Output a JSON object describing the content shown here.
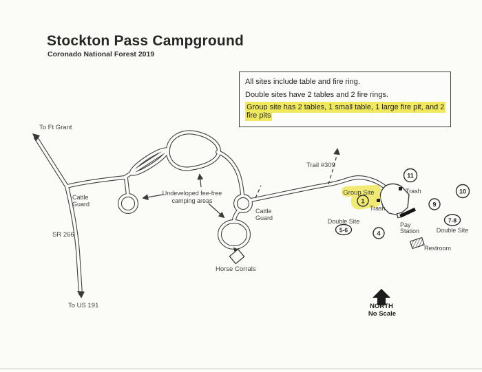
{
  "colors": {
    "paper": "#fbfbf8",
    "ink": "#3a3a3a",
    "highlight": "#efe85c"
  },
  "header": {
    "title": "Stockton Pass Campground",
    "subtitle": "Coronado National Forest 2019"
  },
  "info_box": {
    "line1": "All sites include table and fire ring.",
    "line2": "Double sites have 2 tables and 2 fire rings.",
    "line3_highlighted": "Group site has 2 tables, 1 small table, 1 large fire pit, and 2 fire pits"
  },
  "map": {
    "to_ft_grant": "To Ft Grant",
    "to_us_191": "To US 191",
    "sr_266": "SR 266",
    "cattle_guard_west": {
      "line1": "Cattle",
      "line2": "Guard"
    },
    "cattle_guard_east": {
      "line1": "Cattle",
      "line2": "Guard"
    },
    "undeveloped": {
      "line1": "Undeveloped fee-free",
      "line2": "camping areas"
    },
    "horse_corrals": "Horse Corrals",
    "trail": "Trail #309",
    "group_site": "Group Site",
    "trash_upper": "Trash",
    "trash_lower": "Trash",
    "pay_station": {
      "line1": "Pay",
      "line2": "Station"
    },
    "restroom": "Restroom",
    "double_site_56_label": "Double Site",
    "double_site_78_label": "Double Site",
    "sites": {
      "s1": "1",
      "s4": "4",
      "s56": "5-6",
      "s78": "7-8",
      "s9": "9",
      "s10": "10",
      "s11": "11"
    },
    "compass": {
      "north": "NORTH",
      "no_scale": "No Scale"
    }
  }
}
